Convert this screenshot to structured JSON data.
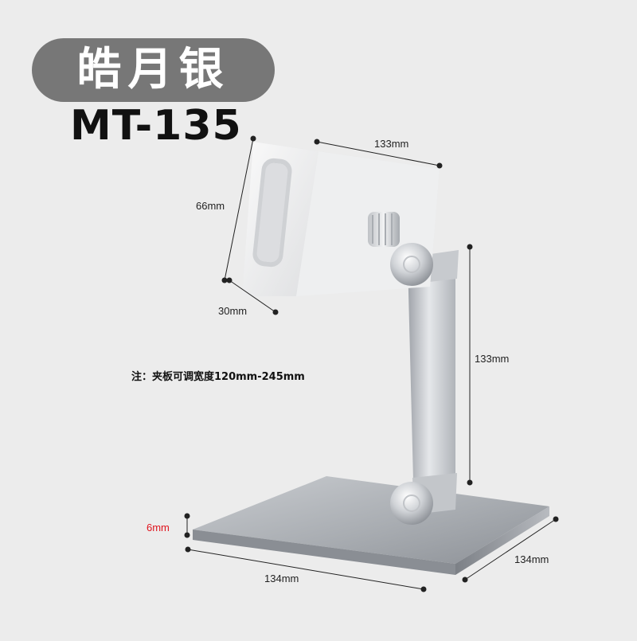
{
  "color_name": "皓月银",
  "model_name": "MT-135",
  "note": "注：夹板可调宽度120mm-245mm",
  "dimensions": {
    "clamp_width": "133mm",
    "clamp_height": "66mm",
    "clamp_depth": "30mm",
    "arm_height": "133mm",
    "base_thickness": "6mm",
    "base_width": "134mm",
    "base_depth": "134mm"
  },
  "colors": {
    "badge": "#777777",
    "background": "#ececec",
    "accent_red": "#e0141e",
    "product_silver": "#b9bdc3"
  }
}
